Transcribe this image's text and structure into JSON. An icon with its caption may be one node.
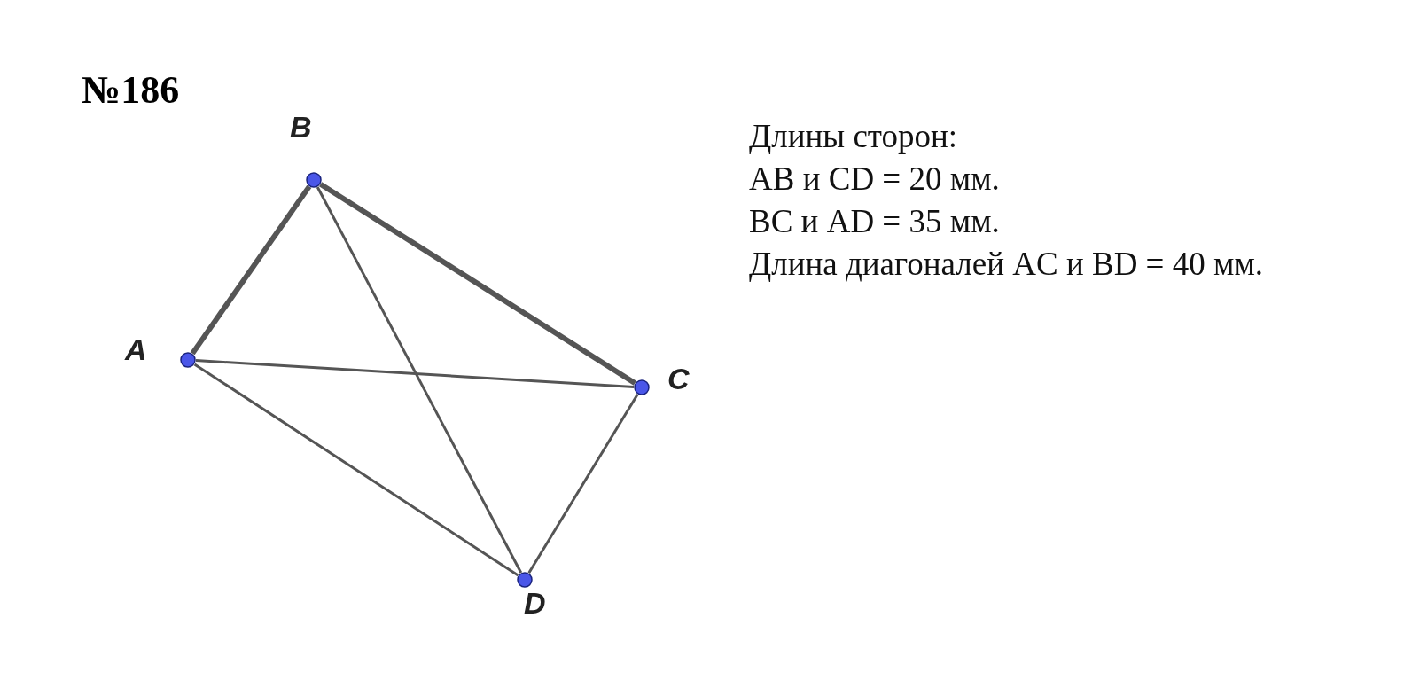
{
  "diagram": {
    "title": "№186",
    "nodes": [
      {
        "text": [],
        "shape": "circle",
        "beside": [
          "B"
        ]
      },
      {
        "text": [],
        "shape": "circle",
        "beside": [
          "A"
        ]
      },
      {
        "text": [],
        "shape": "circle",
        "beside": [
          "C"
        ]
      },
      {
        "text": [],
        "shape": "circle",
        "beside": [
          "D"
        ]
      }
    ],
    "edges": [
      {
        "from": 1,
        "to": 0,
        "arrow": "none",
        "style": "thick"
      },
      {
        "from": 0,
        "to": 2,
        "arrow": "none",
        "style": "thick"
      },
      {
        "from": 2,
        "to": 3,
        "arrow": "none"
      },
      {
        "from": 3,
        "to": 1,
        "arrow": "none"
      },
      {
        "from": 1,
        "to": 2,
        "arrow": "none"
      },
      {
        "from": 0,
        "to": 3,
        "arrow": "none"
      }
    ],
    "labels": [
      "Длины сторон:",
      "AB и CD = 20 мм.",
      "BC и AD = 35 мм.",
      "Длина диагоналей AC и BD = 40 мм."
    ]
  }
}
